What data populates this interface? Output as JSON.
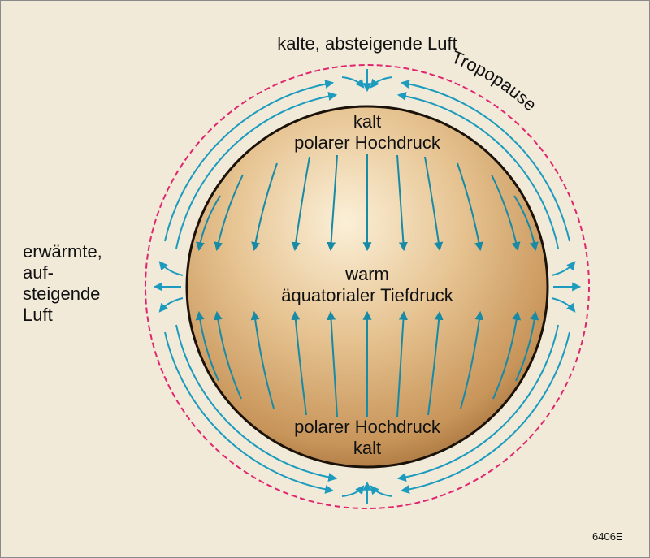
{
  "labels": {
    "top": "kalte, absteigende Luft",
    "tropopause": "Tropopause",
    "north_1": "kalt",
    "north_2": "polarer Hochdruck",
    "equator_1": "warm",
    "equator_2": "äquatorialer Tiefdruck",
    "south_1": "polarer Hochdruck",
    "south_2": "kalt",
    "left_1": "erwärmte,",
    "left_2": "auf-",
    "left_3": "steigende",
    "left_4": "Luft",
    "code": "6406E"
  },
  "colors": {
    "background": "#f1ead9",
    "arrow": "#1c9bbf",
    "surface_arrow": "#178aa6",
    "tropopause": "#e0266f",
    "globe_light": "#fbf0d8",
    "globe_mid": "#dcb07c",
    "globe_dark": "#a8743f"
  }
}
